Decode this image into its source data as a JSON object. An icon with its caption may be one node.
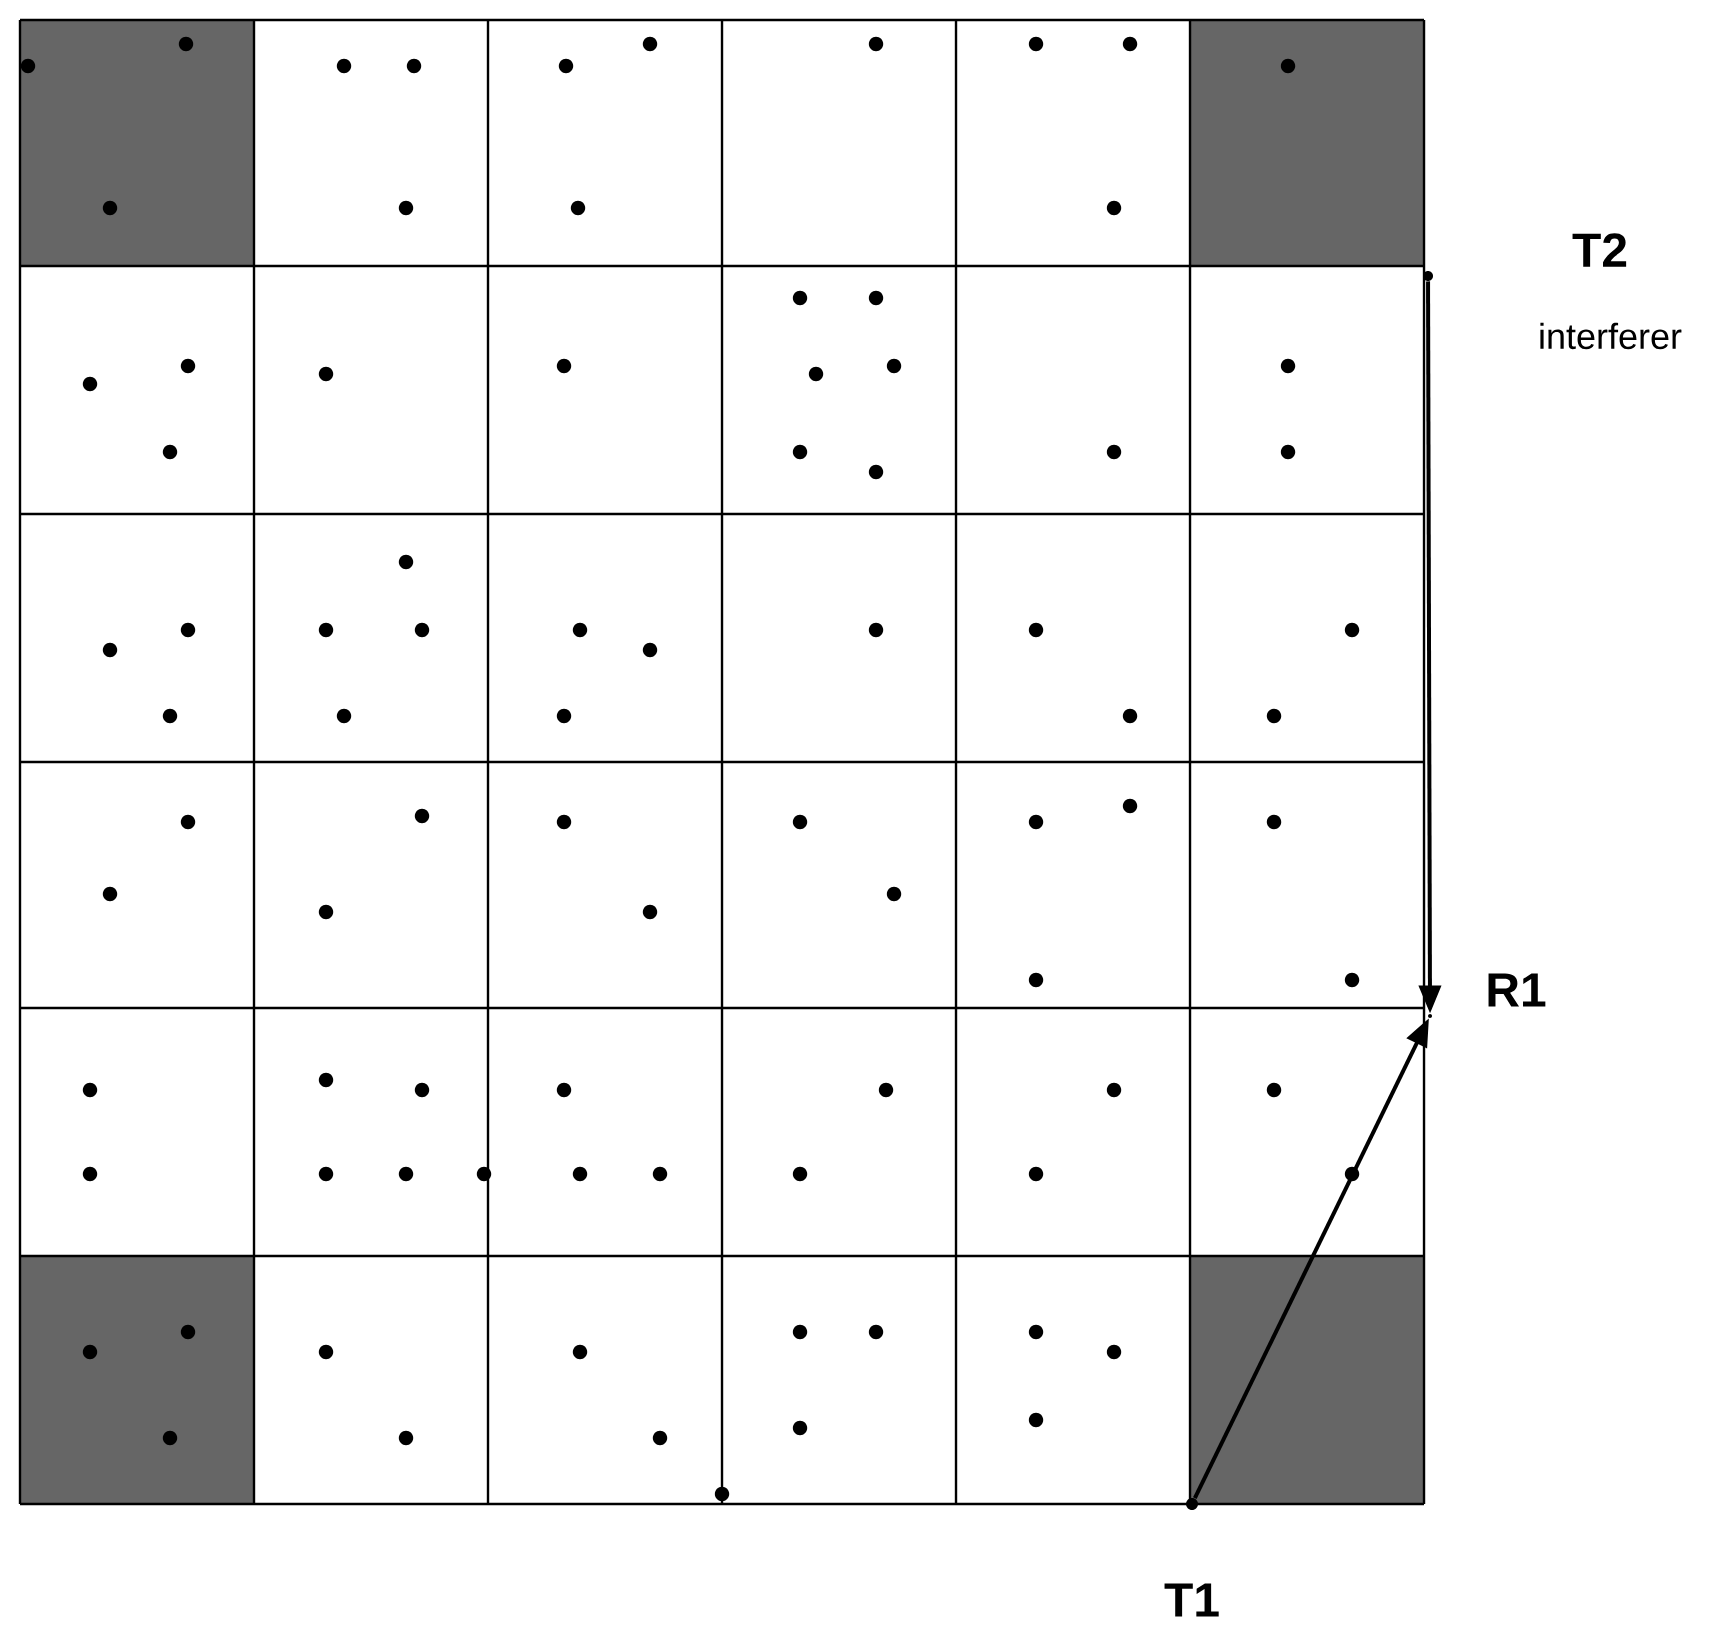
{
  "diagram": {
    "nodes": [
      {
        "text": [],
        "shape": "circle",
        "beside": [
          "T2",
          "interferer"
        ]
      },
      {
        "text": [],
        "shape": "circle",
        "beside": [
          "R1"
        ]
      },
      {
        "text": [],
        "shape": "circle",
        "beside": [
          "T1"
        ]
      }
    ],
    "edges": [
      {
        "from": 0,
        "to": 1,
        "arrow": "to"
      },
      {
        "from": 2,
        "to": 1,
        "arrow": "to"
      }
    ]
  }
}
